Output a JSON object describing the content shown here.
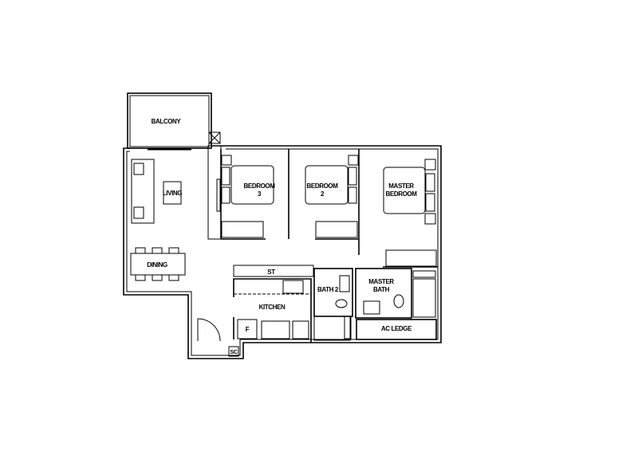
{
  "floor_plan": {
    "rooms": {
      "balcony": "BALCONY",
      "living": "LIVING",
      "dining": "DINING",
      "bedroom3_line1": "BEDROOM",
      "bedroom3_line2": "3",
      "bedroom2_line1": "BEDROOM",
      "bedroom2_line2": "2",
      "master_bedroom_line1": "MASTER",
      "master_bedroom_line2": "BEDROOM",
      "store": "ST",
      "kitchen": "KITCHEN",
      "bath2": "BATH 2",
      "master_bath_line1": "MASTER",
      "master_bath_line2": "BATH",
      "ac_ledge": "AC LEDGE",
      "fridge": "F",
      "shelter_closet": "SC"
    },
    "colors": {
      "line": "#000000",
      "background": "#ffffff"
    }
  }
}
